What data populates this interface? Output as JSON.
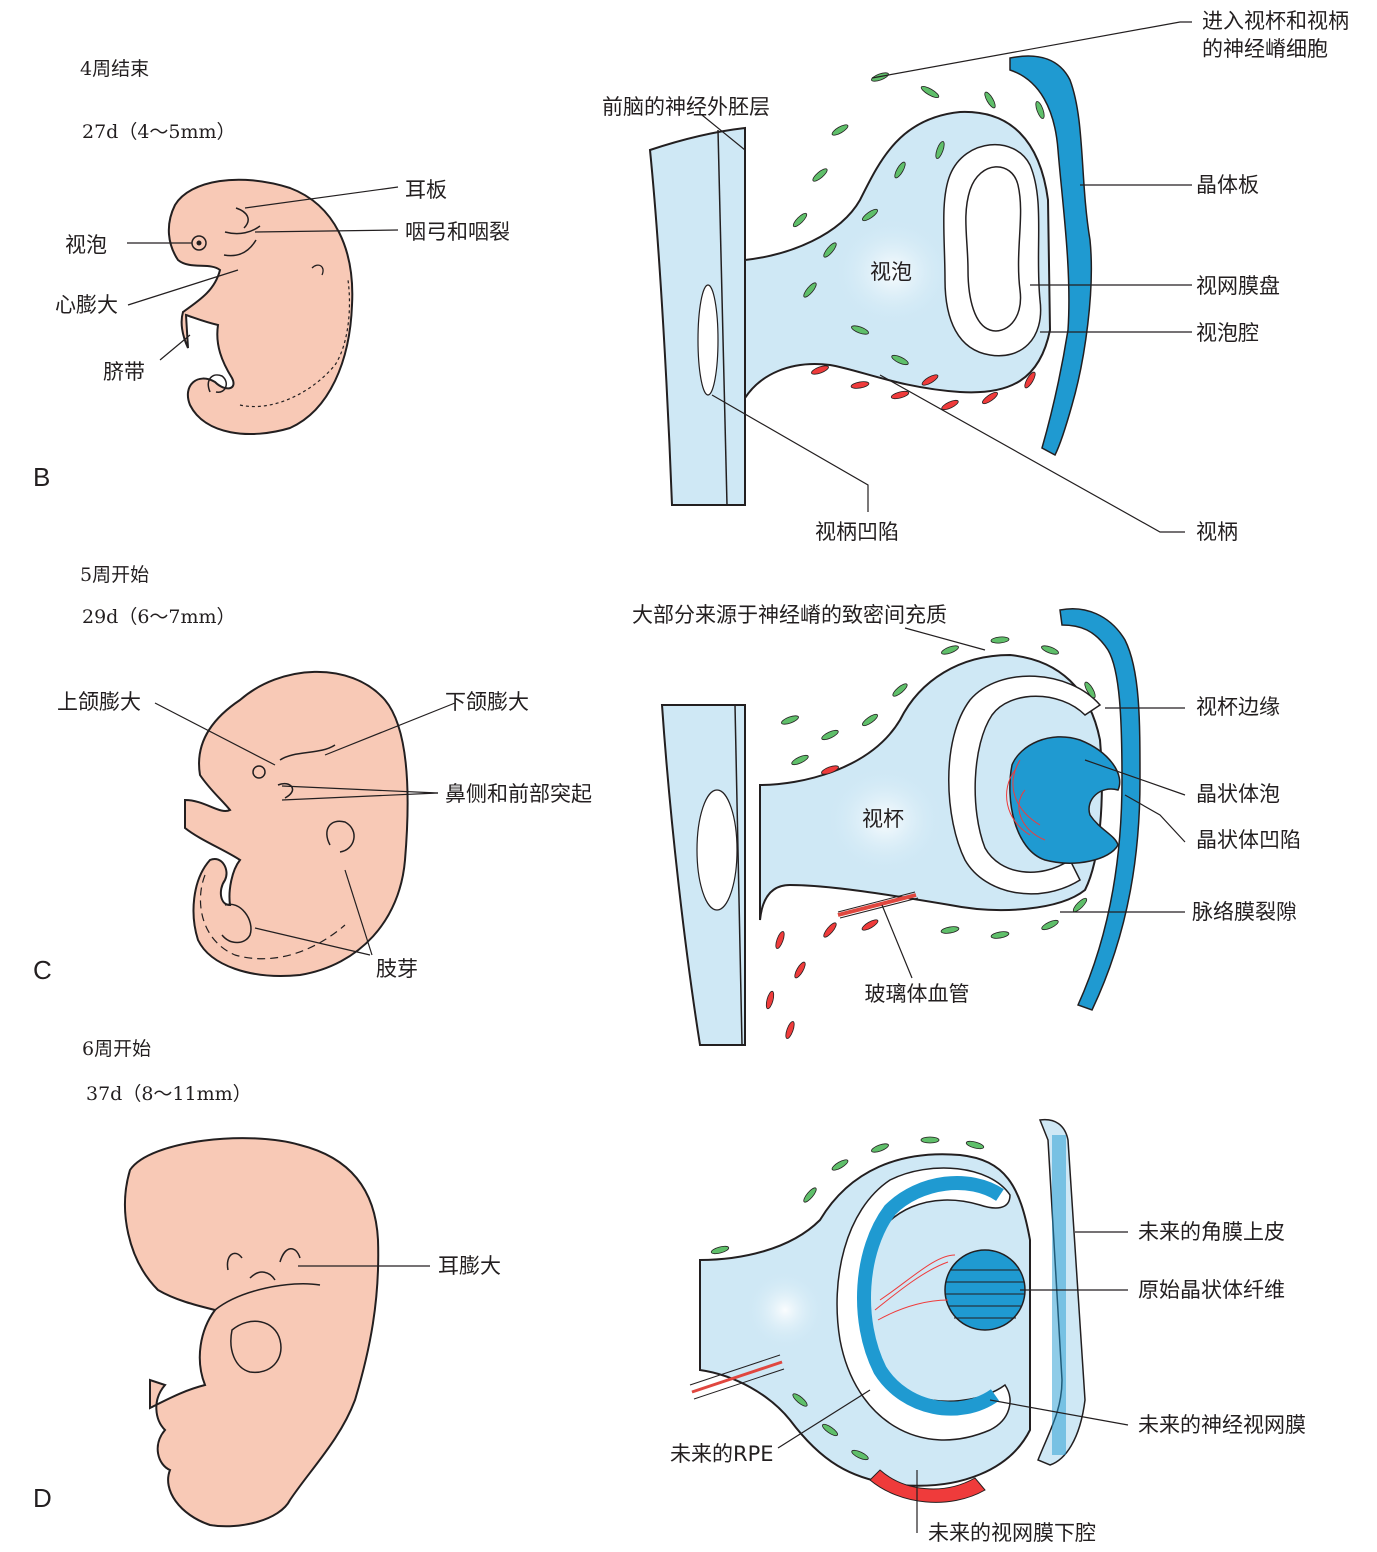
{
  "colors": {
    "embryo_skin": "#f8c9b6",
    "neural_ectoderm": "#cfe8f5",
    "surface_ectoderm": "#1f9ad1",
    "neural_crest_cells": "#5fbf6a",
    "mesenchyme_red": "#ef3b3b",
    "line": "#231f20"
  },
  "panel_b": {
    "letter": "B",
    "stage": "4周结束",
    "age": "27d（4～5mm）",
    "embryo_labels": {
      "ear_plate": "耳板",
      "pharyngeal": "咽弓和咽裂",
      "optic_vesicle": "视泡",
      "heart_bulge": "心膨大",
      "umbilical_cord": "脐带"
    },
    "eye_labels": {
      "neural_crest_entry": [
        "进入视杯和视柄",
        "的神经嵴细胞"
      ],
      "forebrain_ectoderm": "前脑的神经外胚层",
      "optic_vesicle_inner": "视泡",
      "lens_plate": "晶体板",
      "retinal_disc": "视网膜盘",
      "vesicle_cavity": "视泡腔",
      "optic_stalk_pit": "视柄凹陷",
      "optic_stalk": "视柄"
    }
  },
  "panel_c": {
    "letter": "C",
    "stage": "5周开始",
    "age": "29d（6～7mm）",
    "embryo_labels": {
      "maxillary": "上颌膨大",
      "mandibular": "下颌膨大",
      "nasal": "鼻侧和前部突起",
      "limb_bud": "肢芽"
    },
    "eye_labels": {
      "mesenchyme": "大部分来源于神经嵴的致密间充质",
      "optic_cup_rim": "视杯边缘",
      "optic_cup_inner": "视杯",
      "lens_vesicle": "晶状体泡",
      "lens_pit": "晶状体凹陷",
      "choroid_fissure": "脉络膜裂隙",
      "hyaloid_vessel": "玻璃体血管"
    }
  },
  "panel_d": {
    "letter": "D",
    "stage": "6周开始",
    "age": "37d（8～11mm）",
    "embryo_labels": {
      "ear_bulge": "耳膨大"
    },
    "eye_labels": {
      "corneal_epithelium": "未来的角膜上皮",
      "primary_lens_fibers": "原始晶状体纤维",
      "neural_retina": "未来的神经视网膜",
      "rpe": "未来的RPE",
      "subretinal_space": "未来的视网膜下腔"
    }
  }
}
